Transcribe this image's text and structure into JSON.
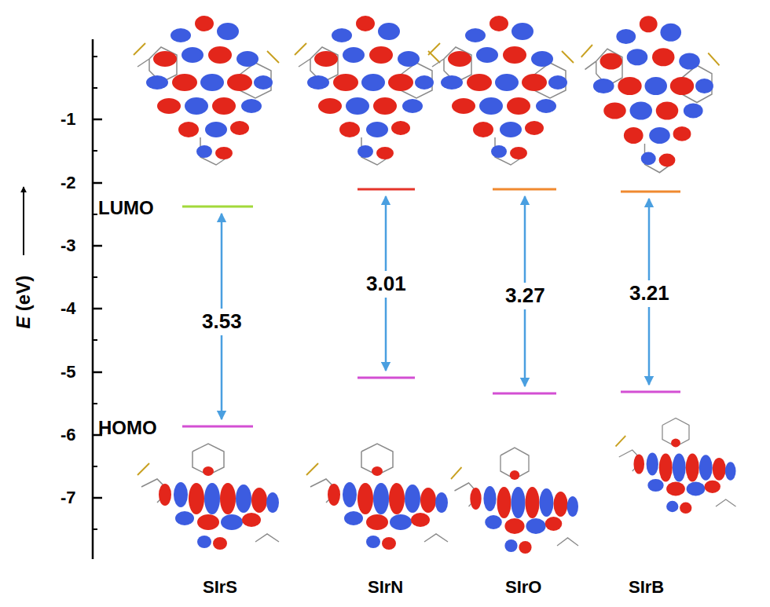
{
  "diagram": {
    "labels": [
      "-1",
      "-2",
      "-3",
      "-4",
      "-5",
      "-6",
      "-7",
      "E (eV)",
      "LUMO",
      "HOMO",
      "3.53",
      "3.01",
      "3.27",
      "3.21",
      "SIrS",
      "SIrN",
      "SIrO",
      "SIrB"
    ]
  }
}
